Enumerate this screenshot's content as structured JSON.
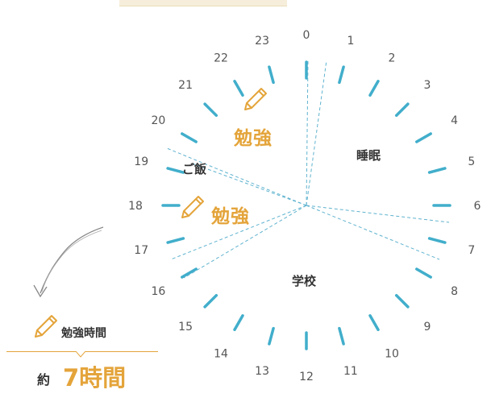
{
  "hours": [
    "0",
    "1",
    "2",
    "3",
    "4",
    "5",
    "6",
    "7",
    "8",
    "9",
    "10",
    "11",
    "12",
    "13",
    "14",
    "15",
    "16",
    "17",
    "18",
    "19",
    "20",
    "21",
    "22",
    "23"
  ],
  "activities": {
    "sleep": "睡眠",
    "school": "学校",
    "meal": "ご飯",
    "study_top": "勉強",
    "study_mid": "勉強"
  },
  "summary": {
    "title": "勉強時間",
    "prefix": "約",
    "value": "7時間"
  },
  "colors": {
    "tick": "#41aecb",
    "accent": "#e4a43a",
    "divider": "#5fb3cf"
  }
}
